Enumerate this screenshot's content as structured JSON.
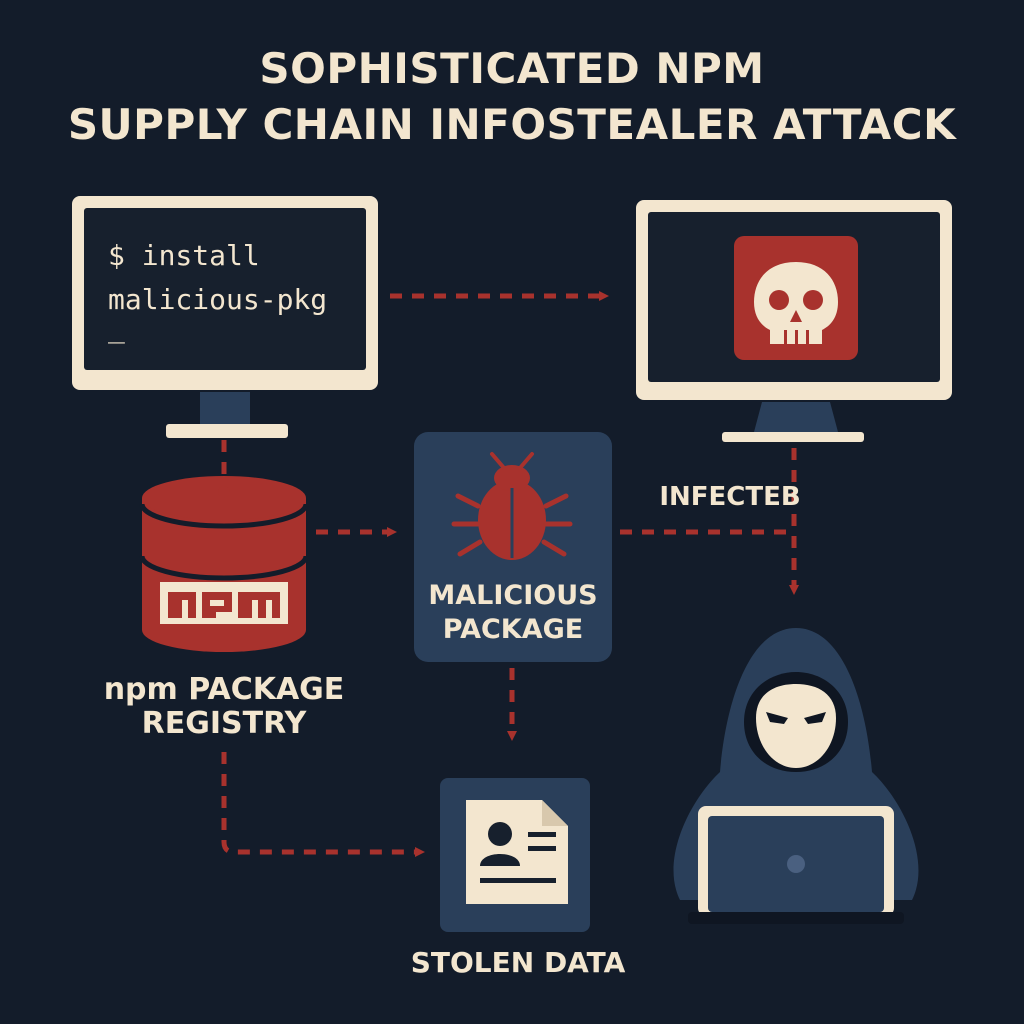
{
  "title": {
    "line1": "SOPHISTICATED NPM",
    "line2": "SUPPLY CHAIN INFOSTEALER ATTACK"
  },
  "terminal": {
    "line1": "$ install",
    "line2": "malicious-pkg",
    "cursor": "_"
  },
  "registry": {
    "logo_text": "npm",
    "label_line1": "npm PACKAGE",
    "label_line2": "REGISTRY"
  },
  "package": {
    "label_line1": "MALICIOUS",
    "label_line2": "PACKAGE"
  },
  "infected_label": "INFECTEB",
  "stolen_label": "STOLEN DATA",
  "icons": {
    "source_computer": "monitor-icon",
    "infected_computer": "skull-icon",
    "registry": "database-icon",
    "package": "bug-icon",
    "data": "document-icon",
    "attacker": "hacker-icon"
  },
  "colors": {
    "background": "#131c2a",
    "cream": "#f3e6cf",
    "red": "#a8322d",
    "navy": "#2a3f5a",
    "dark_screen": "#17202d"
  }
}
